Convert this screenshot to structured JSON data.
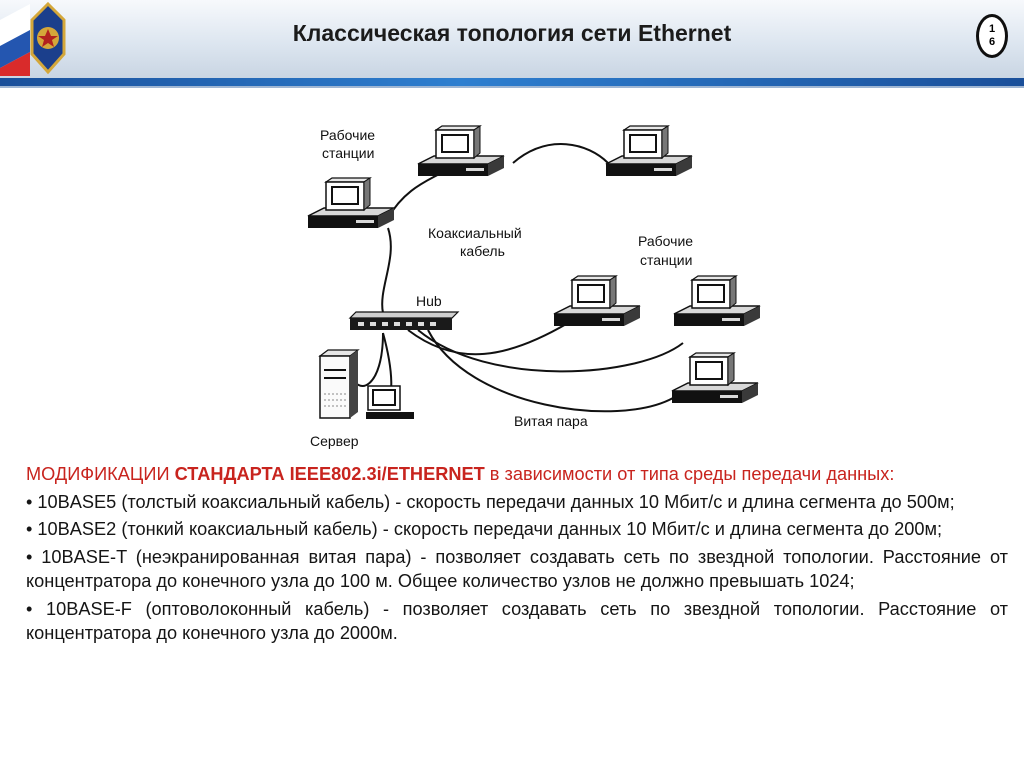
{
  "slide": {
    "title": "Классическая топология сети Ethernet",
    "page_number": "16"
  },
  "diagram": {
    "label_workstations_1_line1": "Рабочие",
    "label_workstations_1_line2": "станции",
    "label_coax_line1": "Коаксиальный",
    "label_coax_line2": "кабель",
    "label_workstations_2_line1": "Рабочие",
    "label_workstations_2_line2": "станции",
    "label_hub": "Hub",
    "label_twisted_pair": "Витая пара",
    "label_server": "Сервер"
  },
  "body": {
    "intro_red_1": "МОДИФИКАЦИИ ",
    "intro_bold": "СТАНДАРТА IEEE802.3i/ETHERNET",
    "intro_red_2": " в зависимости от типа среды передачи данных:",
    "items": [
      "• 10BASE5 (толстый коаксиальный кабель) - скорость передачи данных 10 Мбит/с и длина сегмента до 500м;",
      "• 10BASE2 (тонкий коаксиальный кабель) - скорость передачи данных 10 Мбит/с и длина сегмента до 200м;",
      "• 10BASE-T (неэкранированная витая пара) - позволяет создавать сеть по звездной топологии. Расстояние от концентратора до конечного узла до 100 м. Общее количество узлов не должно превышать 1024;",
      "• 10BASE-F (оптоволоконный кабель) - позволяет создавать сеть по звездной топологии. Расстояние от концентратора до конечного узла до 2000м."
    ]
  },
  "colors": {
    "accent_red": "#c8241e",
    "stripe_blue": "#1a4f9a"
  }
}
